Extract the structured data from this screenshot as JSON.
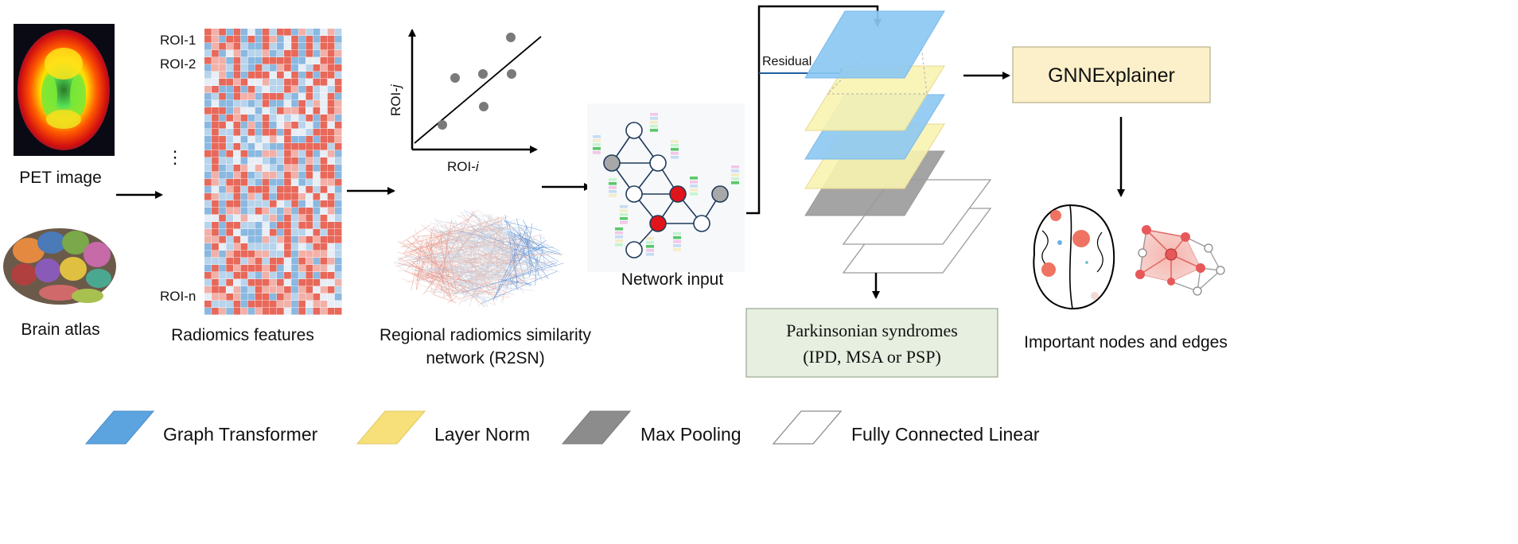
{
  "pet": {
    "label": "PET image"
  },
  "atlas": {
    "label": "Brain atlas"
  },
  "radiomics": {
    "label": "Radiomics features",
    "roi_labels": [
      "ROI-1",
      "ROI-2",
      "ROI-n"
    ],
    "ellipsis": "⋮"
  },
  "scatter": {
    "xlabel_prefix": "ROI-",
    "xlabel_var": "i",
    "ylabel_prefix": "ROI-",
    "ylabel_var": "j"
  },
  "r2sn": {
    "label_line1": "Regional radiomics similarity",
    "label_line2": "network (R2SN)"
  },
  "network_input": {
    "label": "Network input"
  },
  "stack": {
    "residual_label": "Residual"
  },
  "explainer": {
    "label": "GNNExplainer"
  },
  "output": {
    "line1": "Parkinsonian syndromes",
    "line2": "(IPD, MSA or PSP)"
  },
  "important": {
    "label": "Important nodes and edges"
  },
  "legend": {
    "items": [
      {
        "label": "Graph Transformer",
        "color": "#5ba4df"
      },
      {
        "label": "Layer Norm",
        "color": "#f7e07a"
      },
      {
        "label": "Max Pooling",
        "color": "#8c8c8c"
      },
      {
        "label": "Fully Connected Linear",
        "color": "#ffffff"
      }
    ]
  },
  "colors": {
    "transformer": "#8cc8f2",
    "layernorm": "#f8f3b0",
    "pooling": "#9a9a9a",
    "explainer_bg": "#fbf0c9",
    "output_bg": "#e6efe0",
    "node_red": "#e0141b",
    "node_grey": "#a8a8a8"
  }
}
